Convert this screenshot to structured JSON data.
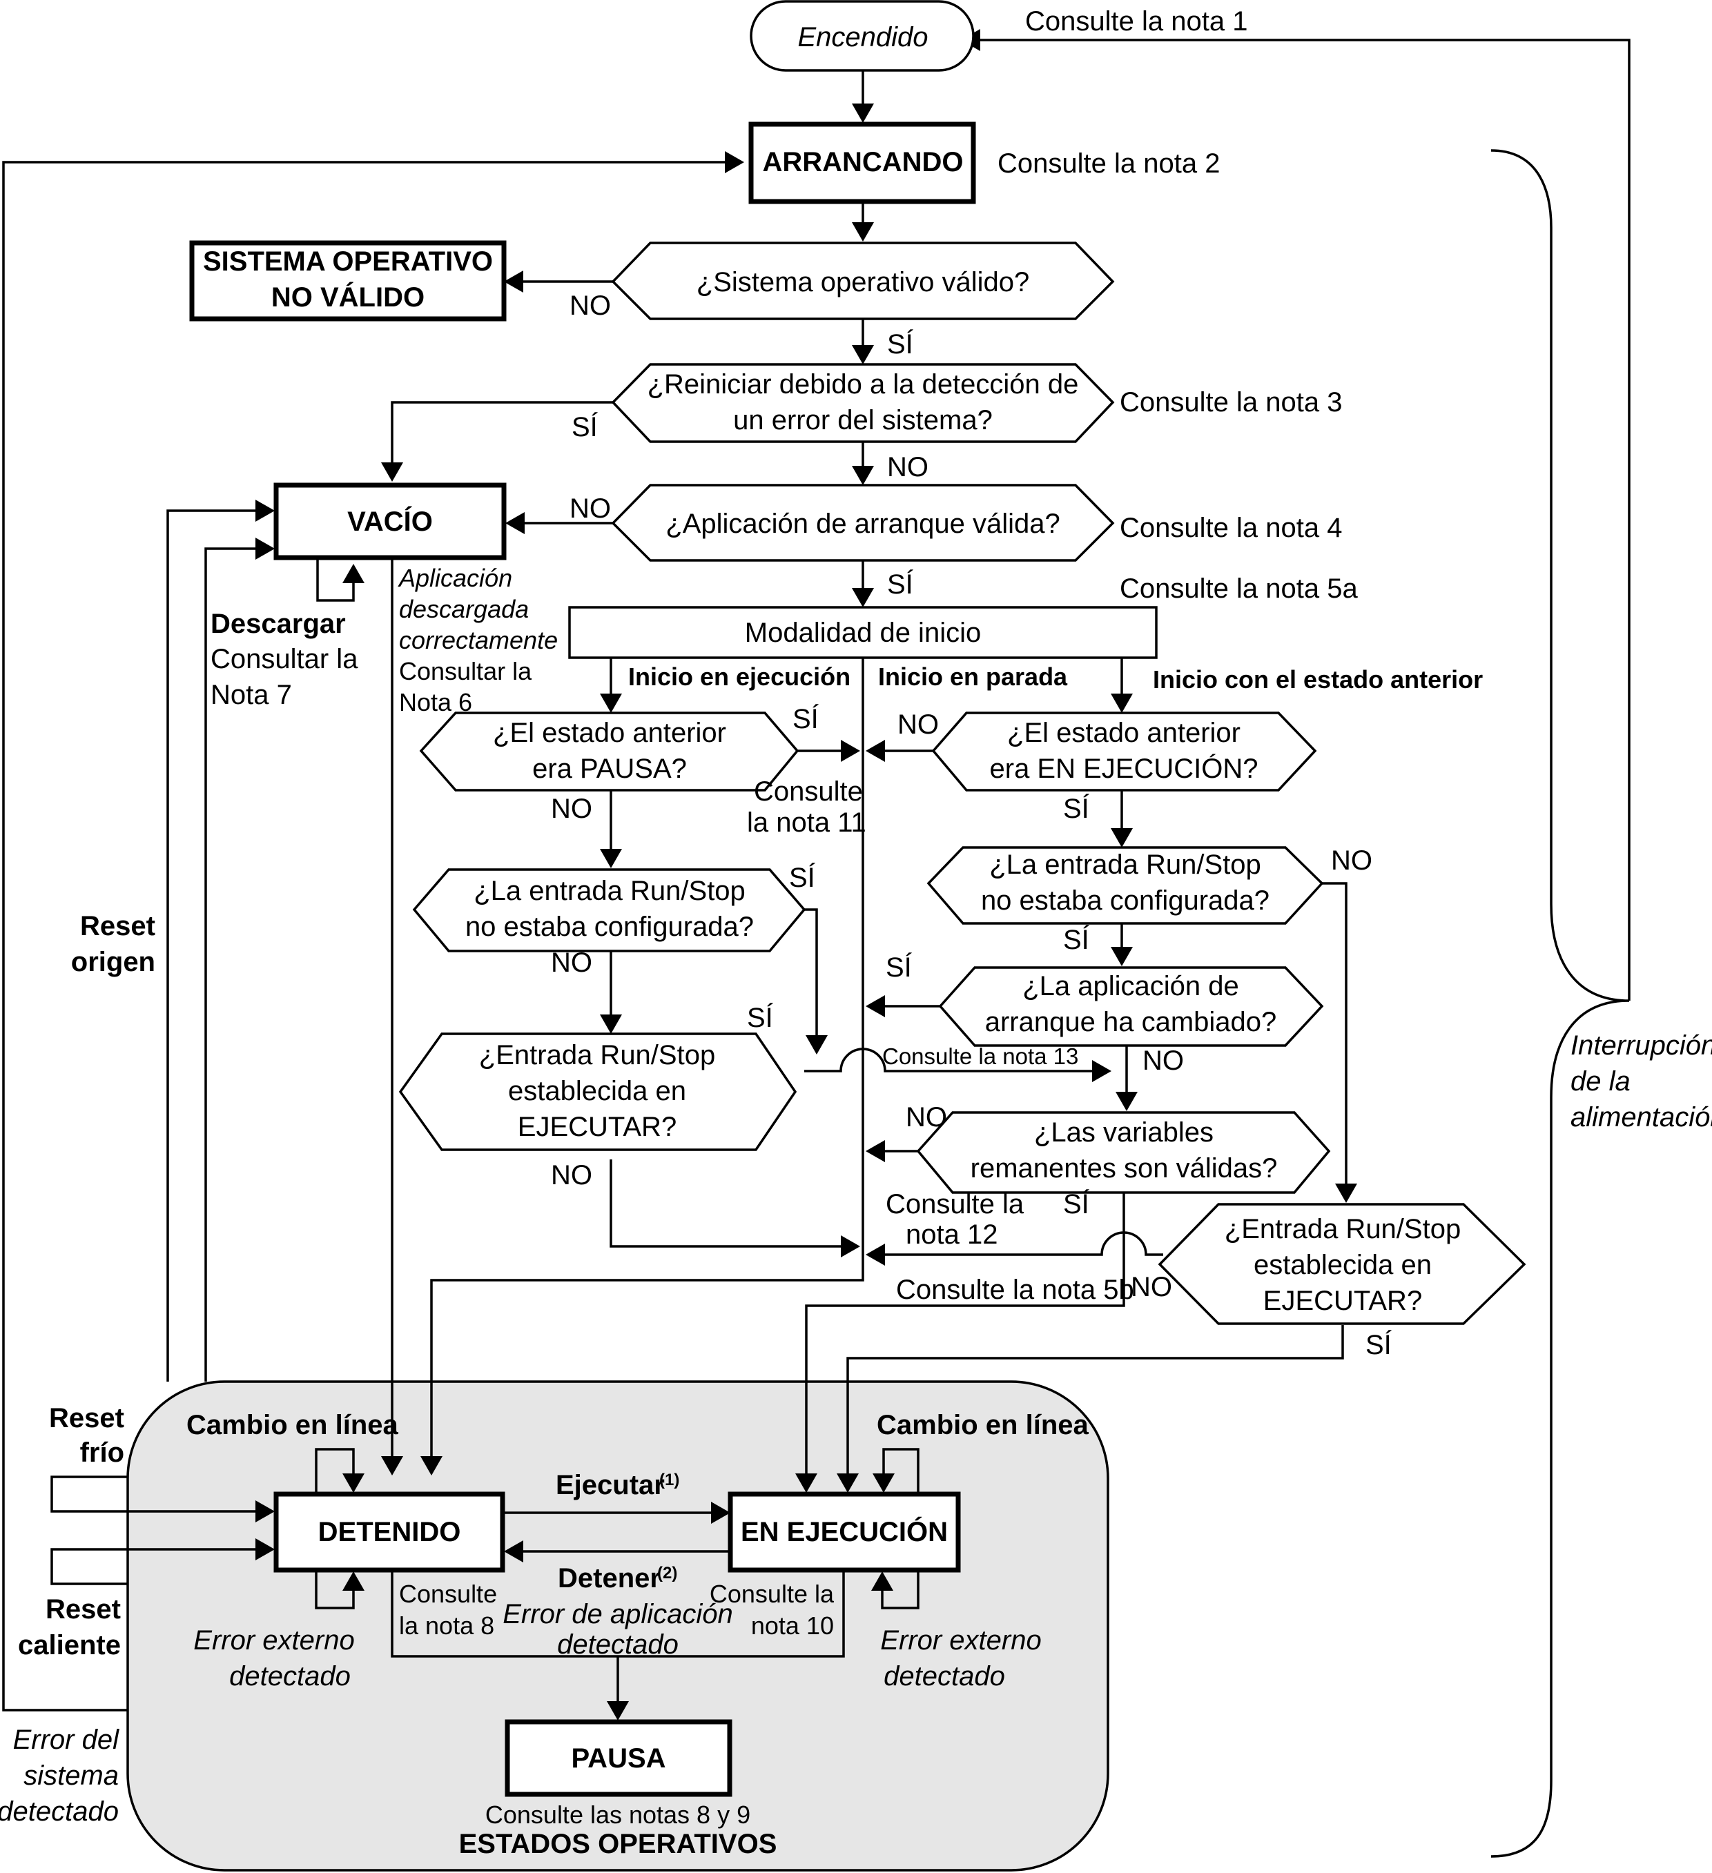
{
  "power_on": "Encendido",
  "note1": "Consulte la nota 1",
  "booting": {
    "label": "ARRANCANDO",
    "note": "Consulte la nota 2"
  },
  "invalid_os": {
    "line1": "SISTEMA OPERATIVO",
    "line2": "NO VÁLIDO"
  },
  "q_valid_os": {
    "text": "¿Sistema operativo válido?",
    "yes": "SÍ",
    "no": "NO"
  },
  "q_restart": {
    "line1": "¿Reiniciar debido a la detección de",
    "line2": "un error del sistema?",
    "note": "Consulte la nota 3",
    "yes": "SÍ",
    "no": "NO"
  },
  "empty": {
    "label": "VACÍO",
    "dl_line1": "Aplicación",
    "dl_line2": "descargada",
    "dl_line3": "correctamente",
    "dl_line4": "Consultar la",
    "dl_line5": "Nota 6",
    "download": "Descargar",
    "download_line2": "Consultar la",
    "download_line3": "Nota 7"
  },
  "q_boot_app": {
    "text": "¿Aplicación de arranque válida?",
    "note": "Consulte la nota 4",
    "yes": "SÍ",
    "no": "NO"
  },
  "start_mode": {
    "label": "Modalidad de inicio",
    "note": "Consulte la nota 5a",
    "run": "Inicio en ejecución",
    "stop": "Inicio en parada",
    "prev": "Inicio con el estado anterior"
  },
  "q_prev_pause": {
    "line1": "¿El estado anterior",
    "line2": "era PAUSA?",
    "yes": "SÍ",
    "no": "NO",
    "note_line1": "Consulte",
    "note_line2": "la nota 11"
  },
  "q_prev_run": {
    "line1": "¿El estado anterior",
    "line2": "era EN EJECUCIÓN?",
    "yes": "SÍ",
    "no": "NO"
  },
  "q_rs_left": {
    "line1": "¿La entrada Run/Stop",
    "line2": "no estaba configurada?",
    "yes": "SÍ",
    "no": "NO"
  },
  "q_rs_right": {
    "line1": "¿La entrada Run/Stop",
    "line2": "no estaba configurada?",
    "yes": "SÍ",
    "no": "NO"
  },
  "q_app_changed": {
    "line1": "¿La aplicación de",
    "line2": "arranque ha cambiado?",
    "yes": "SÍ",
    "no": "NO"
  },
  "note13": "Consulte la nota 13",
  "q_rs_run_left": {
    "line1": "¿Entrada Run/Stop",
    "line2": "establecida en",
    "line3": "EJECUTAR?",
    "yes": "SÍ",
    "no": "NO"
  },
  "q_retain": {
    "line1": "¿Las variables",
    "line2": "remanentes son válidas?",
    "yes": "SÍ",
    "no": "NO",
    "note_line1": "Consulte la",
    "note_line2": "nota 12"
  },
  "q_rs_run_right": {
    "line1": "¿Entrada Run/Stop",
    "line2": "establecida en",
    "line3": "EJECUTAR?",
    "yes": "SÍ",
    "no": "NO"
  },
  "note5b": "Consulte la nota 5b",
  "reset_origin": {
    "line1": "Reset",
    "line2": "origen"
  },
  "reset_cold": {
    "line1": "Reset",
    "line2": "frío"
  },
  "reset_warm": {
    "line1": "Reset",
    "line2": "caliente"
  },
  "sys_error": {
    "line1": "Error del",
    "line2": "sistema",
    "line3": "detectado"
  },
  "power_interrupt": {
    "line1": "Interrupción",
    "line2": "de la",
    "line3": "alimentación"
  },
  "online_change_left": "Cambio en línea",
  "online_change_right": "Cambio en línea",
  "stopped": {
    "label": "DETENIDO",
    "note_line1": "Consulte",
    "note_line2": "la nota 8",
    "ext_err_line1": "Error externo",
    "ext_err_line2": "detectado"
  },
  "running": {
    "label": "EN EJECUCIÓN",
    "note_line1": "Consulte la",
    "note_line2": "nota 10",
    "ext_err_line1": "Error externo",
    "ext_err_line2": "detectado"
  },
  "run_cmd": {
    "label": "Ejecutar",
    "sup": "(1)"
  },
  "stop_cmd": {
    "label": "Detener",
    "sup": "(2)"
  },
  "app_error": {
    "line1": "Error de aplicación",
    "line2": "detectado"
  },
  "paused": {
    "label": "PAUSA",
    "note": "Consulte las notas 8 y 9"
  },
  "operating_states": "ESTADOS OPERATIVOS",
  "colors": {
    "operating_region": "#e6e6e6",
    "line": "#000000"
  }
}
